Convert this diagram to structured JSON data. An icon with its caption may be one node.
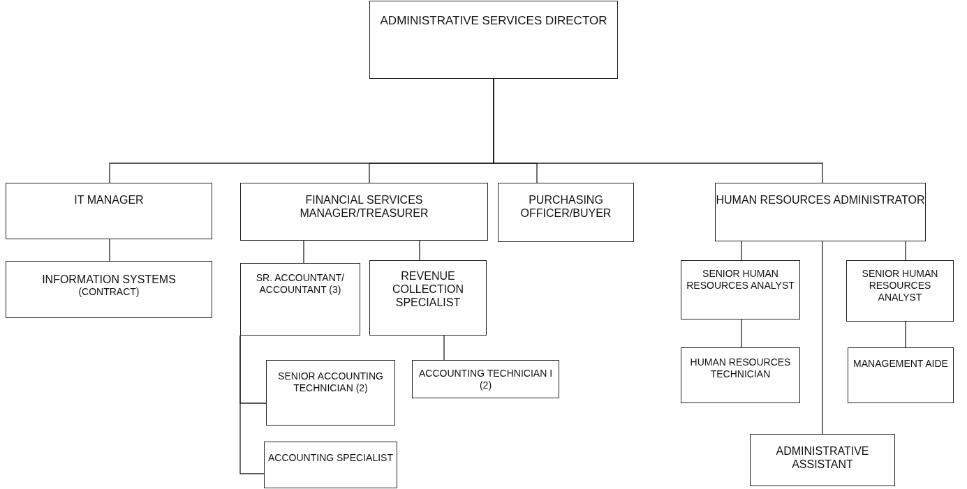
{
  "diagram": {
    "nodes": [
      {
        "text": [
          "ADMINISTRATIVE SERVICES DIRECTOR"
        ]
      },
      {
        "text": [
          "IT MANAGER"
        ]
      },
      {
        "text": [
          "FINANCIAL SERVICES MANAGER/TREASURER"
        ]
      },
      {
        "text": [
          "PURCHASING OFFICER/BUYER"
        ]
      },
      {
        "text": [
          "HUMAN RESOURCES ADMINISTRATOR"
        ]
      },
      {
        "text": [
          "INFORMATION SYSTEMS",
          "(CONTRACT)"
        ]
      },
      {
        "text": [
          "SR. ACCOUNTANT/ ACCOUNTANT (3)"
        ]
      },
      {
        "text": [
          "REVENUE COLLECTION SPECIALIST"
        ]
      },
      {
        "text": [
          "SENIOR ACCOUNTING TECHNICIAN (2)"
        ]
      },
      {
        "text": [
          "ACCOUNTING SPECIALIST"
        ]
      },
      {
        "text": [
          "ACCOUNTING TECHNICIAN I (2)"
        ]
      },
      {
        "text": [
          "SENIOR HUMAN RESOURCES ANALYST"
        ]
      },
      {
        "text": [
          "HUMAN RESOURCES TECHNICIAN"
        ]
      },
      {
        "text": [
          "ADMINISTRATIVE ASSISTANT"
        ]
      },
      {
        "text": [
          "SENIOR HUMAN RESOURCES ANALYST"
        ]
      },
      {
        "text": [
          "MANAGEMENT AIDE"
        ]
      }
    ],
    "edges": [
      {
        "from": 0,
        "to": 1,
        "arrow": "none"
      },
      {
        "from": 0,
        "to": 2,
        "arrow": "none"
      },
      {
        "from": 0,
        "to": 3,
        "arrow": "none"
      },
      {
        "from": 0,
        "to": 4,
        "arrow": "none"
      },
      {
        "from": 1,
        "to": 5,
        "arrow": "none"
      },
      {
        "from": 2,
        "to": 6,
        "arrow": "none"
      },
      {
        "from": 2,
        "to": 7,
        "arrow": "none"
      },
      {
        "from": 6,
        "to": 8,
        "arrow": "none"
      },
      {
        "from": 6,
        "to": 9,
        "arrow": "none"
      },
      {
        "from": 7,
        "to": 10,
        "arrow": "none"
      },
      {
        "from": 4,
        "to": 11,
        "arrow": "none"
      },
      {
        "from": 11,
        "to": 12,
        "arrow": "none"
      },
      {
        "from": 4,
        "to": 13,
        "arrow": "none"
      },
      {
        "from": 4,
        "to": 14,
        "arrow": "none"
      },
      {
        "from": 14,
        "to": 15,
        "arrow": "none"
      }
    ]
  }
}
